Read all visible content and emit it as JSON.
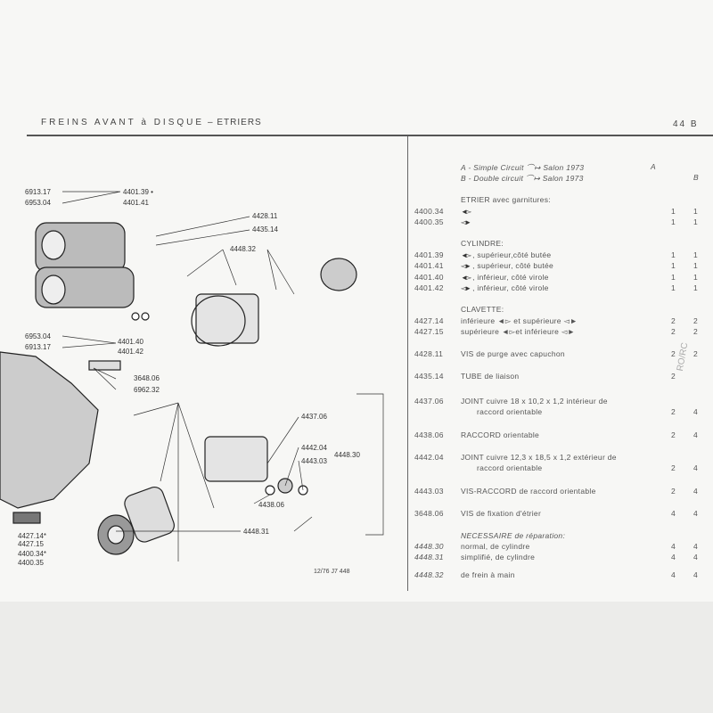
{
  "header": {
    "title": "FREINS AVANT à DISQUE",
    "subtitle": "– ETRIERS",
    "page_number": "44 B"
  },
  "variants": [
    {
      "text": "A - Simple Circuit",
      "icon": "simple-circuit-icon",
      "model": "Salon 1973",
      "code": "A"
    },
    {
      "text": "B - Double circuit",
      "icon": "double-circuit-icon",
      "model": "Salon 1973",
      "code": "B"
    }
  ],
  "parts": [
    {
      "type": "heading",
      "text": "ETRIER avec garnitures:"
    },
    {
      "ref": "4400.34",
      "icon": "left-arrow-filled",
      "desc": "",
      "q1": "1",
      "q2": "1"
    },
    {
      "ref": "4400.35",
      "icon": "right-arrow-filled",
      "desc": "",
      "q1": "1",
      "q2": "1"
    },
    {
      "type": "heading",
      "text": "CYLINDRE:"
    },
    {
      "ref": "4401.39",
      "icon": "left-arrow-filled",
      "desc": ", supérieur,côté butée",
      "q1": "1",
      "q2": "1"
    },
    {
      "ref": "4401.41",
      "icon": "right-arrow-filled",
      "desc": ", supérieur, côté butée",
      "q1": "1",
      "q2": "1"
    },
    {
      "ref": "4401.40",
      "icon": "left-arrow-filled",
      "desc": ", inférieur, côté virole",
      "q1": "1",
      "q2": "1"
    },
    {
      "ref": "4401.42",
      "icon": "right-arrow-filled",
      "desc": ", inférieur, côté virole",
      "q1": "1",
      "q2": "1"
    },
    {
      "type": "heading",
      "text": "CLAVETTE:"
    },
    {
      "ref": "4427.14",
      "desc": "inférieure ◄▻ et supérieure ◅►",
      "q1": "2",
      "q2": "2"
    },
    {
      "ref": "4427.15",
      "desc": "supérieure ◄▻et inférieure ◅►",
      "q1": "2",
      "q2": "2"
    },
    {
      "ref": "4428.11",
      "desc": "VIS de purge avec capuchon",
      "q1": "2",
      "q2": "2"
    },
    {
      "ref": "4435.14",
      "desc": "TUBE de liaison",
      "q1": "2",
      "q2": ""
    },
    {
      "ref": "4437.06",
      "desc": "JOINT cuivre 18 x 10,2 x 1,2 intérieur de",
      "desc2": "raccord orientable",
      "q1": "2",
      "q2": "4"
    },
    {
      "ref": "4438.06",
      "desc": "RACCORD orientable",
      "q1": "2",
      "q2": "4"
    },
    {
      "ref": "4442.04",
      "desc": "JOINT cuivre 12,3 x 18,5 x 1,2 extérieur de",
      "desc2": "raccord orientable",
      "q1": "2",
      "q2": "4"
    },
    {
      "ref": "4443.03",
      "desc": "VIS-RACCORD de raccord orientable",
      "q1": "2",
      "q2": "4"
    },
    {
      "ref": "3648.06",
      "desc": "VIS de fixation d'étrier",
      "q1": "4",
      "q2": "4"
    },
    {
      "type": "heading",
      "text": "NECESSAIRE de réparation:",
      "italic": true
    },
    {
      "ref": "4448.30",
      "desc": "normal, de cylindre",
      "q1": "4",
      "q2": "4",
      "italic_ref": true
    },
    {
      "ref": "4448.31",
      "desc": "simplifié, de cylindre",
      "q1": "4",
      "q2": "4",
      "italic_ref": true
    },
    {
      "ref": "4448.32",
      "desc": "de frein à main",
      "q1": "4",
      "q2": "4",
      "italic_ref": true
    }
  ],
  "callouts": {
    "c6913_17a": "6913.17",
    "c6953_04a": "6953.04",
    "c4401_39": "4401.39 •",
    "c4401_41": "4401.41",
    "c4428_11": "4428.11",
    "c4435_14": "4435.14",
    "c4448_32": "4448.32",
    "c6953_04b": "6953.04",
    "c6913_17b": "6913.17",
    "c4401_40": "4401.40",
    "c4401_42": "4401.42",
    "c3648_06": "3648.06",
    "c6962_32": "6962.32",
    "c4437_06": "4437.06",
    "c4442_04": "4442.04",
    "c4443_03": "4443.03",
    "c4448_30": "4448.30",
    "c4438_06": "4438.06",
    "c4448_31": "4448.31",
    "c4427_14": "4427.14*",
    "c4427_15": "4427.15",
    "c4400_34": "4400.34*",
    "c4400_35": "4400.35"
  },
  "margin_note": "RO/RC",
  "footer": "12/76 J7  448"
}
